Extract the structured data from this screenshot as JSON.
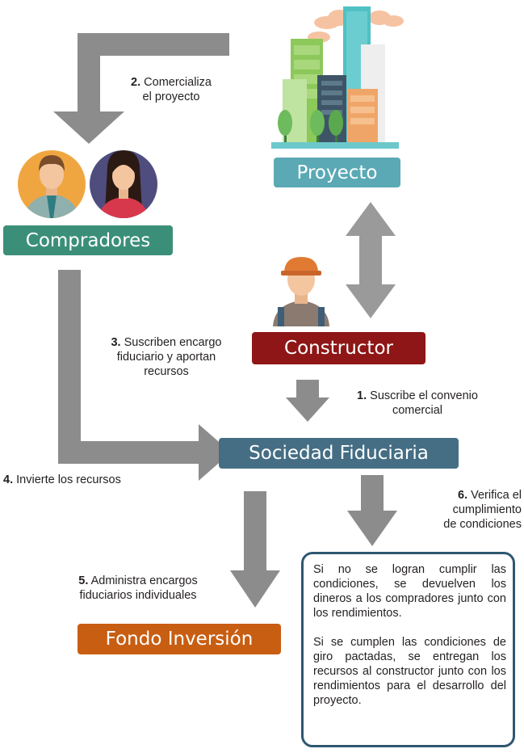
{
  "boxes": {
    "proyecto": "Proyecto",
    "compradores": "Compradores",
    "constructor": "Constructor",
    "sociedad": "Sociedad Fiduciaria",
    "fondo": "Fondo Inversión"
  },
  "steps": {
    "s1": {
      "num": "1.",
      "text": "Suscribe el convenio",
      "line2": "comercial"
    },
    "s2": {
      "num": "2.",
      "text": "Comercializa",
      "line2": "el proyecto"
    },
    "s3": {
      "num": "3.",
      "text": "Suscriben encargo",
      "line2": "fiduciario y aportan",
      "line3": "recursos"
    },
    "s4": {
      "num": "4.",
      "text": "Invierte los recursos"
    },
    "s5": {
      "num": "5.",
      "text": "Administra encargos",
      "line2": "fiduciarios individuales"
    },
    "s6": {
      "num": "6.",
      "text": "Verifica el",
      "line2": "cumplimiento",
      "line3": "de condiciones"
    }
  },
  "note": {
    "p1": "Si no se logran cumplir las condiciones, se devuelven los dineros a los compradores junto con los rendimientos.",
    "p2": "Si se cumplen las condiciones de giro pactadas, se entregan los recursos al constructor junto con los rendimientos para el desarrollo del proyecto."
  },
  "colors": {
    "arrow": "#8c8c8c",
    "proyecto": "#5aa9b5",
    "compradores": "#3b8f79",
    "constructor": "#8e1616",
    "sociedad": "#456e84",
    "fondo": "#c85e12"
  }
}
